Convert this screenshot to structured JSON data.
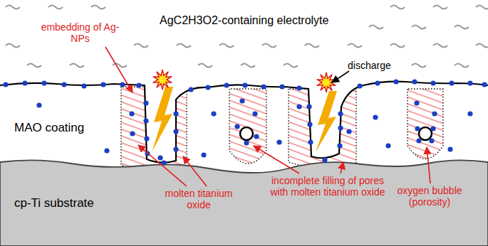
{
  "diagram": {
    "nodes": [
      {
        "text": [
          "AgC2H3O2-containing electrolyte"
        ]
      },
      {
        "text": [
          "MAO coating"
        ]
      },
      {
        "text": [
          "cp-Ti substrate"
        ]
      }
    ],
    "labels": [
      "embedding of Ag-NPs",
      "discharge",
      "molten titanium oxide",
      "incomplete filling of pores with molten titanium oxide",
      "oxygen bubble (porosity)"
    ]
  }
}
